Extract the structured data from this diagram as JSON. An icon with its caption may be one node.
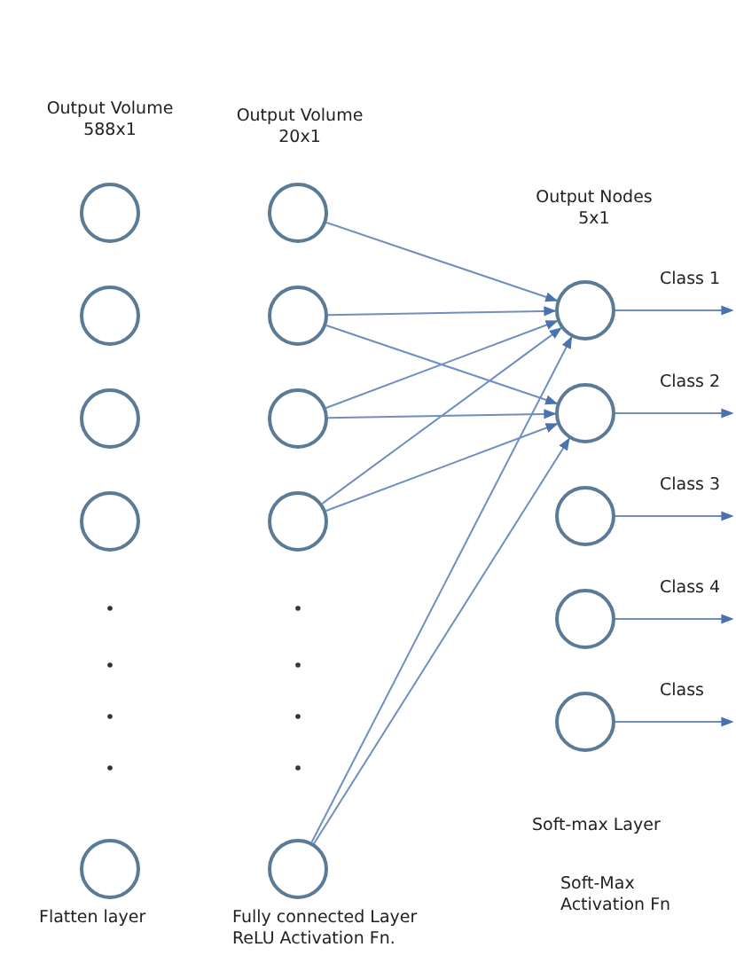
{
  "diagram": {
    "nodes": [
      {
        "text": [],
        "shape": "circle"
      },
      {
        "text": [],
        "shape": "circle"
      },
      {
        "text": [],
        "shape": "circle"
      },
      {
        "text": [],
        "shape": "circle"
      },
      {
        "text": [],
        "shape": "circle"
      },
      {
        "text": [],
        "shape": "circle"
      },
      {
        "text": [],
        "shape": "circle"
      },
      {
        "text": [],
        "shape": "circle"
      },
      {
        "text": [],
        "shape": "circle"
      },
      {
        "text": [],
        "shape": "circle"
      },
      {
        "text": [],
        "shape": "circle"
      },
      {
        "text": [],
        "shape": "circle"
      },
      {
        "text": [],
        "shape": "circle"
      },
      {
        "text": [],
        "shape": "circle"
      },
      {
        "text": [],
        "shape": "circle"
      }
    ],
    "edges": [
      {
        "from": 5,
        "to": 10,
        "arrow": "to"
      },
      {
        "from": 6,
        "to": 10,
        "arrow": "to"
      },
      {
        "from": 6,
        "to": 11,
        "arrow": "to"
      },
      {
        "from": 7,
        "to": 10,
        "arrow": "to"
      },
      {
        "from": 7,
        "to": 11,
        "arrow": "to"
      },
      {
        "from": 8,
        "to": 10,
        "arrow": "to"
      },
      {
        "from": 8,
        "to": 11,
        "arrow": "to"
      },
      {
        "from": 9,
        "to": 10,
        "arrow": "to"
      },
      {
        "from": 9,
        "to": 11,
        "arrow": "to"
      },
      {
        "from": 10,
        "to": null,
        "arrow": "to",
        "label": "Class 1"
      },
      {
        "from": 11,
        "to": null,
        "arrow": "to",
        "label": "Class 2"
      },
      {
        "from": 12,
        "to": null,
        "arrow": "to",
        "label": "Class 3"
      },
      {
        "from": 13,
        "to": null,
        "arrow": "to",
        "label": "Class 4"
      },
      {
        "from": 14,
        "to": null,
        "arrow": "to",
        "label": "Class"
      }
    ],
    "labels": [
      "Output Volume 588x1",
      "Output Volume 20x1",
      "Output Nodes 5x1",
      "Soft-max Layer",
      "Flatten layer",
      "Fully connected Layer ReLU Activation Fn.",
      "Soft-Max Activation Fn"
    ]
  }
}
